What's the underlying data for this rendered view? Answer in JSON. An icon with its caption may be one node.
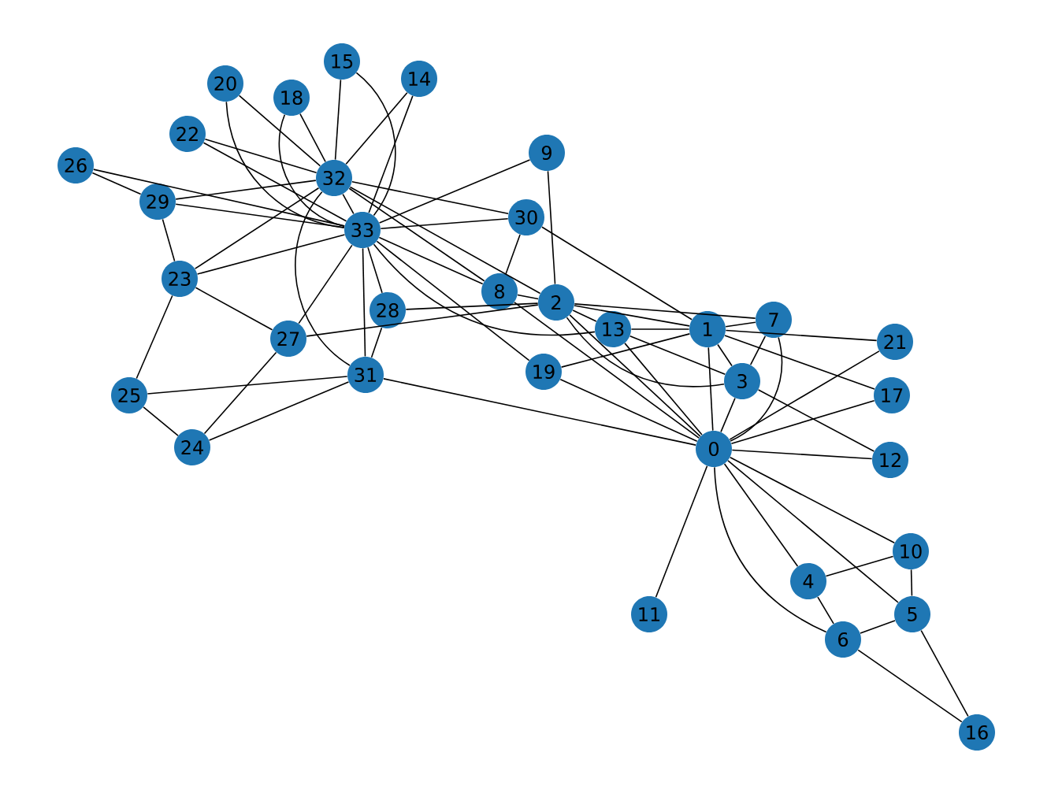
{
  "diagram": {
    "nodes": [
      {
        "text": [
          "0"
        ]
      },
      {
        "text": [
          "1"
        ]
      },
      {
        "text": [
          "2"
        ]
      },
      {
        "text": [
          "3"
        ]
      },
      {
        "text": [
          "4"
        ]
      },
      {
        "text": [
          "5"
        ]
      },
      {
        "text": [
          "6"
        ]
      },
      {
        "text": [
          "7"
        ]
      },
      {
        "text": [
          "8"
        ]
      },
      {
        "text": [
          "9"
        ]
      },
      {
        "text": [
          "10"
        ]
      },
      {
        "text": [
          "11"
        ]
      },
      {
        "text": [
          "12"
        ]
      },
      {
        "text": [
          "13"
        ]
      },
      {
        "text": [
          "14"
        ]
      },
      {
        "text": [
          "15"
        ]
      },
      {
        "text": [
          "16"
        ]
      },
      {
        "text": [
          "17"
        ]
      },
      {
        "text": [
          "18"
        ]
      },
      {
        "text": [
          "19"
        ]
      },
      {
        "text": [
          "20"
        ]
      },
      {
        "text": [
          "21"
        ]
      },
      {
        "text": [
          "22"
        ]
      },
      {
        "text": [
          "23"
        ]
      },
      {
        "text": [
          "24"
        ]
      },
      {
        "text": [
          "25"
        ]
      },
      {
        "text": [
          "26"
        ]
      },
      {
        "text": [
          "27"
        ]
      },
      {
        "text": [
          "28"
        ]
      },
      {
        "text": [
          "29"
        ]
      },
      {
        "text": [
          "30"
        ]
      },
      {
        "text": [
          "31"
        ]
      },
      {
        "text": [
          "32"
        ]
      },
      {
        "text": [
          "33"
        ]
      }
    ],
    "edges": [
      {
        "from": 0,
        "to": 1,
        "arrow": "none"
      },
      {
        "from": 0,
        "to": 2,
        "arrow": "none"
      },
      {
        "from": 0,
        "to": 3,
        "arrow": "none"
      },
      {
        "from": 0,
        "to": 4,
        "arrow": "none"
      },
      {
        "from": 0,
        "to": 5,
        "arrow": "none"
      },
      {
        "from": 0,
        "to": 6,
        "arrow": "none"
      },
      {
        "from": 0,
        "to": 7,
        "arrow": "none"
      },
      {
        "from": 0,
        "to": 8,
        "arrow": "none"
      },
      {
        "from": 0,
        "to": 10,
        "arrow": "none"
      },
      {
        "from": 0,
        "to": 11,
        "arrow": "none"
      },
      {
        "from": 0,
        "to": 12,
        "arrow": "none"
      },
      {
        "from": 0,
        "to": 13,
        "arrow": "none"
      },
      {
        "from": 0,
        "to": 17,
        "arrow": "none"
      },
      {
        "from": 0,
        "to": 19,
        "arrow": "none"
      },
      {
        "from": 0,
        "to": 21,
        "arrow": "none"
      },
      {
        "from": 0,
        "to": 31,
        "arrow": "none"
      },
      {
        "from": 1,
        "to": 2,
        "arrow": "none"
      },
      {
        "from": 1,
        "to": 3,
        "arrow": "none"
      },
      {
        "from": 1,
        "to": 7,
        "arrow": "none"
      },
      {
        "from": 1,
        "to": 13,
        "arrow": "none"
      },
      {
        "from": 1,
        "to": 17,
        "arrow": "none"
      },
      {
        "from": 1,
        "to": 19,
        "arrow": "none"
      },
      {
        "from": 1,
        "to": 21,
        "arrow": "none"
      },
      {
        "from": 1,
        "to": 30,
        "arrow": "none"
      },
      {
        "from": 2,
        "to": 3,
        "arrow": "none"
      },
      {
        "from": 2,
        "to": 7,
        "arrow": "none"
      },
      {
        "from": 2,
        "to": 8,
        "arrow": "none"
      },
      {
        "from": 2,
        "to": 9,
        "arrow": "none"
      },
      {
        "from": 2,
        "to": 13,
        "arrow": "none"
      },
      {
        "from": 2,
        "to": 27,
        "arrow": "none"
      },
      {
        "from": 2,
        "to": 28,
        "arrow": "none"
      },
      {
        "from": 2,
        "to": 32,
        "arrow": "none"
      },
      {
        "from": 3,
        "to": 7,
        "arrow": "none"
      },
      {
        "from": 3,
        "to": 12,
        "arrow": "none"
      },
      {
        "from": 3,
        "to": 13,
        "arrow": "none"
      },
      {
        "from": 4,
        "to": 6,
        "arrow": "none"
      },
      {
        "from": 4,
        "to": 10,
        "arrow": "none"
      },
      {
        "from": 5,
        "to": 6,
        "arrow": "none"
      },
      {
        "from": 5,
        "to": 10,
        "arrow": "none"
      },
      {
        "from": 5,
        "to": 16,
        "arrow": "none"
      },
      {
        "from": 6,
        "to": 16,
        "arrow": "none"
      },
      {
        "from": 8,
        "to": 30,
        "arrow": "none"
      },
      {
        "from": 8,
        "to": 32,
        "arrow": "none"
      },
      {
        "from": 8,
        "to": 33,
        "arrow": "none"
      },
      {
        "from": 9,
        "to": 33,
        "arrow": "none"
      },
      {
        "from": 13,
        "to": 33,
        "arrow": "none"
      },
      {
        "from": 14,
        "to": 32,
        "arrow": "none"
      },
      {
        "from": 14,
        "to": 33,
        "arrow": "none"
      },
      {
        "from": 15,
        "to": 32,
        "arrow": "none"
      },
      {
        "from": 15,
        "to": 33,
        "arrow": "none"
      },
      {
        "from": 18,
        "to": 32,
        "arrow": "none"
      },
      {
        "from": 18,
        "to": 33,
        "arrow": "none"
      },
      {
        "from": 19,
        "to": 33,
        "arrow": "none"
      },
      {
        "from": 20,
        "to": 32,
        "arrow": "none"
      },
      {
        "from": 20,
        "to": 33,
        "arrow": "none"
      },
      {
        "from": 22,
        "to": 32,
        "arrow": "none"
      },
      {
        "from": 22,
        "to": 33,
        "arrow": "none"
      },
      {
        "from": 23,
        "to": 25,
        "arrow": "none"
      },
      {
        "from": 23,
        "to": 27,
        "arrow": "none"
      },
      {
        "from": 23,
        "to": 29,
        "arrow": "none"
      },
      {
        "from": 23,
        "to": 32,
        "arrow": "none"
      },
      {
        "from": 23,
        "to": 33,
        "arrow": "none"
      },
      {
        "from": 24,
        "to": 25,
        "arrow": "none"
      },
      {
        "from": 24,
        "to": 27,
        "arrow": "none"
      },
      {
        "from": 24,
        "to": 31,
        "arrow": "none"
      },
      {
        "from": 25,
        "to": 31,
        "arrow": "none"
      },
      {
        "from": 26,
        "to": 29,
        "arrow": "none"
      },
      {
        "from": 26,
        "to": 33,
        "arrow": "none"
      },
      {
        "from": 27,
        "to": 33,
        "arrow": "none"
      },
      {
        "from": 28,
        "to": 31,
        "arrow": "none"
      },
      {
        "from": 28,
        "to": 33,
        "arrow": "none"
      },
      {
        "from": 29,
        "to": 32,
        "arrow": "none"
      },
      {
        "from": 29,
        "to": 33,
        "arrow": "none"
      },
      {
        "from": 30,
        "to": 32,
        "arrow": "none"
      },
      {
        "from": 30,
        "to": 33,
        "arrow": "none"
      },
      {
        "from": 31,
        "to": 32,
        "arrow": "none"
      },
      {
        "from": 31,
        "to": 33,
        "arrow": "none"
      },
      {
        "from": 32,
        "to": 33,
        "arrow": "none"
      }
    ]
  }
}
